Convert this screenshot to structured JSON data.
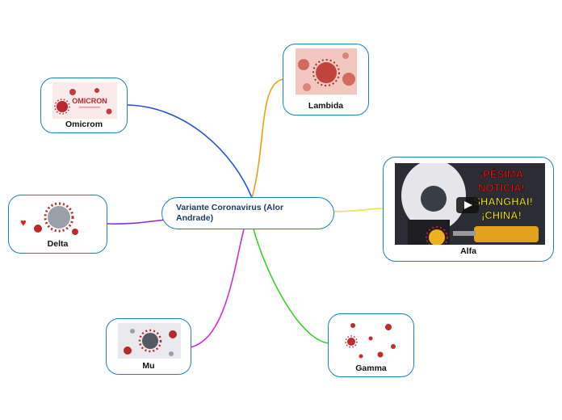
{
  "center": {
    "title": "Variante Coronavirus (Alor Andrade)"
  },
  "nodes": {
    "lambida": {
      "label": "Lambida",
      "branch_color": "#f39c12"
    },
    "omicrom": {
      "label": "Omicrom",
      "branch_color": "#1f4fdb",
      "image_text": "OMICRON"
    },
    "alfa": {
      "label": "Alfa",
      "branch_color": "#e8e54a",
      "image_text": [
        "¡PÉSIMA",
        "NOTICIA!",
        "¡SHANGHÁI!",
        "¡CHINA!"
      ]
    },
    "delta": {
      "label": "Delta",
      "branch_color": "#8a2be2"
    },
    "mu": {
      "label": "Mu",
      "branch_color": "#d42fd4"
    },
    "gamma": {
      "label": "Gamma",
      "branch_color": "#39d12a"
    }
  },
  "icons": {
    "virus": "virus-icon",
    "play": "play-icon",
    "heart": "heart-icon"
  }
}
